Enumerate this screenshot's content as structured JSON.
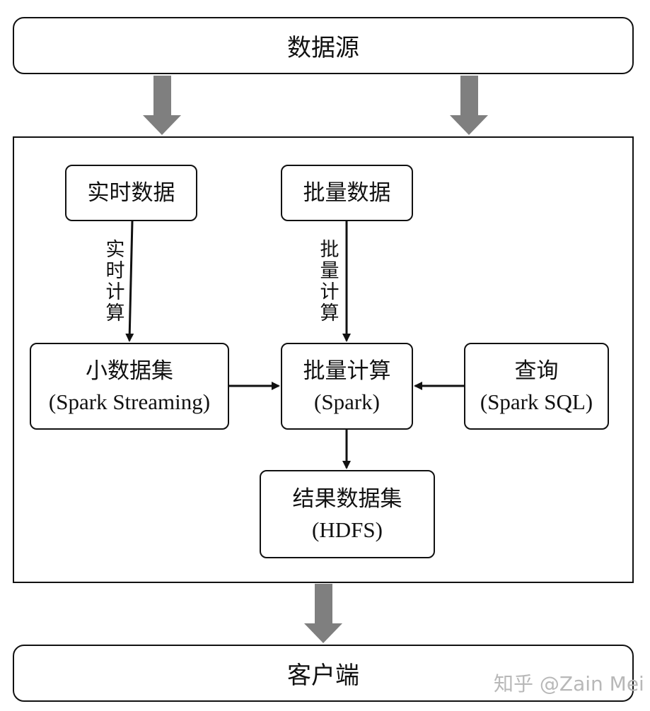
{
  "source": {
    "label": "数据源"
  },
  "client": {
    "label": "客户端"
  },
  "nodes": {
    "realtime_data": {
      "label": "实时数据"
    },
    "batch_data": {
      "label": "批量数据"
    },
    "small_dataset": {
      "title": "小数据集",
      "subtitle": "(Spark Streaming)"
    },
    "batch_compute": {
      "title": "批量计算",
      "subtitle": "(Spark)"
    },
    "query": {
      "title": "查询",
      "subtitle": "(Spark SQL)"
    },
    "result_dataset": {
      "title": "结果数据集",
      "subtitle": "(HDFS)"
    }
  },
  "edge_labels": {
    "realtime_compute": "实\n时\n计\n算",
    "batch_compute": "批\n量\n计\n算"
  },
  "watermark": "知乎 @Zain Mei",
  "colors": {
    "big_arrow": "#7f7f7f",
    "line": "#111111"
  }
}
